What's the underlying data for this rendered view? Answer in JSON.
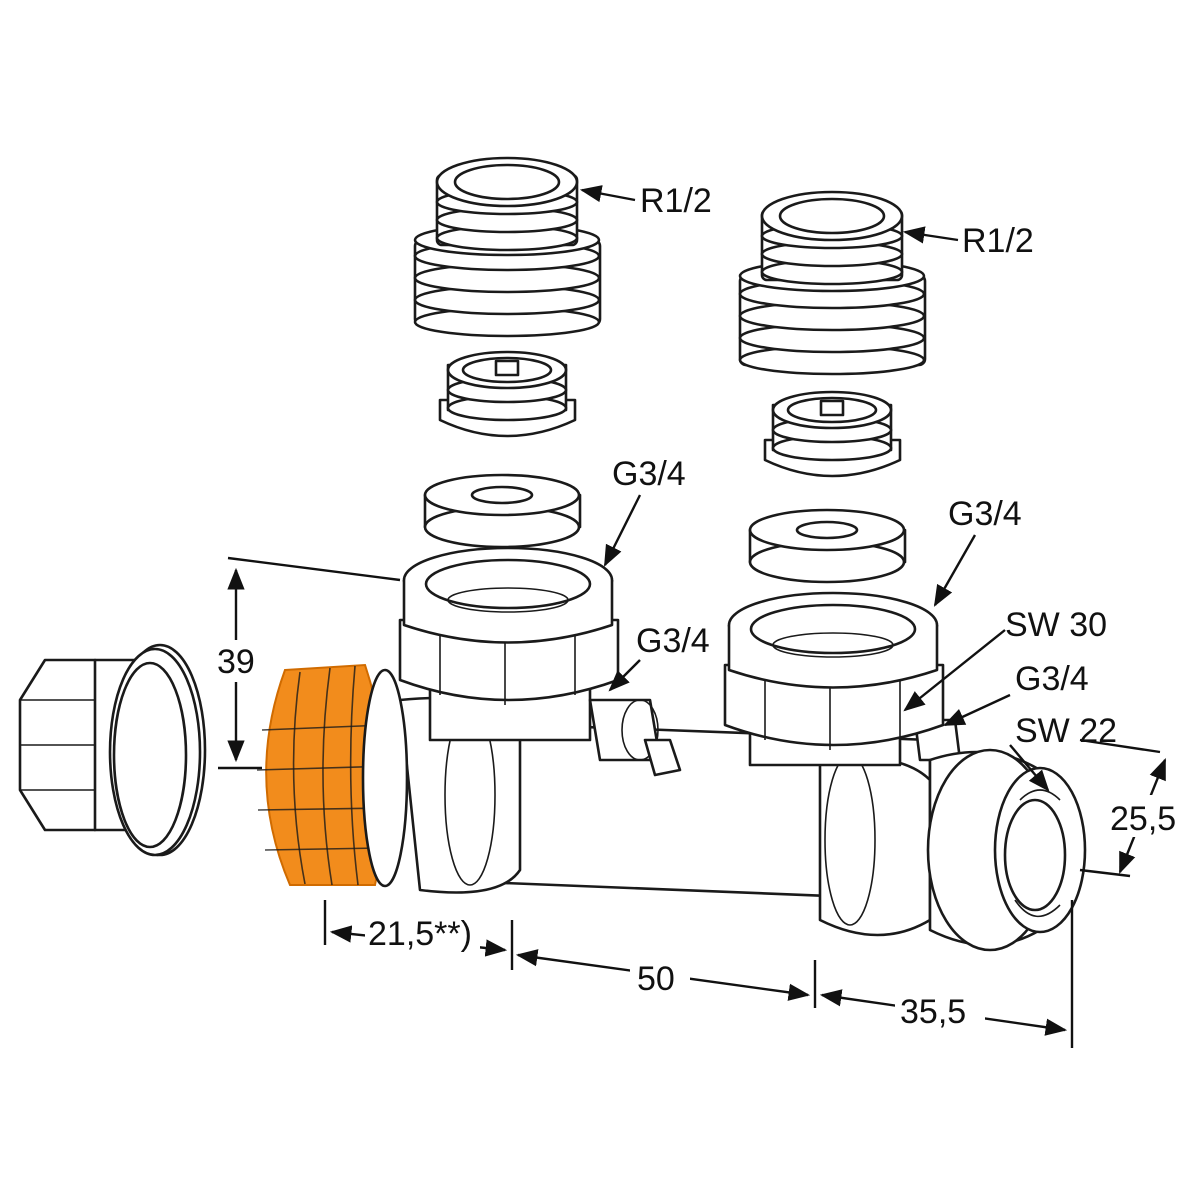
{
  "colors": {
    "line": "#1a1a1a",
    "background": "#ffffff",
    "highlight_nut": "#f28c1c",
    "highlight_nut_edge": "#d06b00"
  },
  "labels": {
    "thread_left_top": "R1/2",
    "thread_right_top": "R1/2",
    "conn_left": "G3/4",
    "conn_right": "G3/4",
    "outlet_left": "G3/4",
    "wrench_main": "SW 30",
    "outlet_right": "G3/4",
    "wrench_cap": "SW 22"
  },
  "dimensions": {
    "height": "39",
    "nut_offset": "21,5**)",
    "spacing": "50",
    "right_offset": "35,5",
    "cap_depth": "25,5"
  }
}
